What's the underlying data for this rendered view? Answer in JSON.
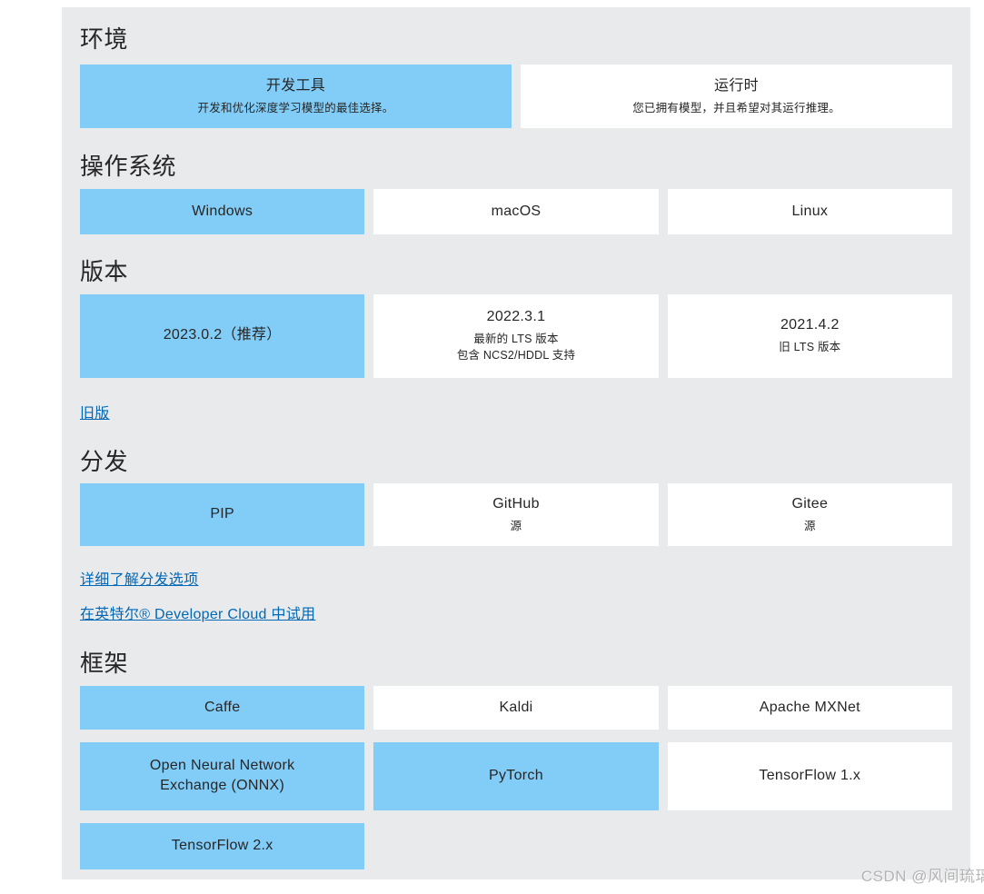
{
  "env": {
    "heading": "环境",
    "cards": [
      {
        "title": "开发工具",
        "subtitle": "开发和优化深度学习模型的最佳选择。",
        "selected": true
      },
      {
        "title": "运行时",
        "subtitle": "您已拥有模型，并且希望对其运行推理。",
        "selected": false
      }
    ]
  },
  "os": {
    "heading": "操作系统",
    "cards": [
      {
        "title": "Windows",
        "selected": true
      },
      {
        "title": "macOS",
        "selected": false
      },
      {
        "title": "Linux",
        "selected": false
      }
    ]
  },
  "version": {
    "heading": "版本",
    "cards": [
      {
        "title": "2023.0.2（推荐）",
        "selected": true
      },
      {
        "title": "2022.3.1",
        "sub1": "最新的 LTS 版本",
        "sub2": "包含 NCS2/HDDL 支持",
        "selected": false
      },
      {
        "title": "2021.4.2",
        "sub1": "旧 LTS 版本",
        "selected": false
      }
    ],
    "legacy_link": "旧版"
  },
  "dist": {
    "heading": "分发",
    "cards": [
      {
        "title": "PIP",
        "selected": true
      },
      {
        "title": "GitHub",
        "sub1": "源",
        "selected": false
      },
      {
        "title": "Gitee",
        "sub1": "源",
        "selected": false
      }
    ],
    "links": [
      {
        "label": "详细了解分发选项"
      },
      {
        "label": "在英特尔® Developer Cloud 中试用"
      }
    ]
  },
  "framework": {
    "heading": "框架",
    "cards": [
      {
        "title": "Caffe",
        "selected": true
      },
      {
        "title": "Kaldi",
        "selected": false
      },
      {
        "title": "Apache MXNet",
        "selected": false
      },
      {
        "title": "Open Neural Network Exchange (ONNX)",
        "selected": true
      },
      {
        "title": "PyTorch",
        "selected": true
      },
      {
        "title": "TensorFlow 1.x",
        "selected": false
      },
      {
        "title": "TensorFlow 2.x",
        "selected": true
      }
    ]
  },
  "watermark": {
    "text": "CSDN @风间琉璃"
  },
  "colors": {
    "selected": "#82cdf8",
    "panel": "#e9eaec",
    "link": "#0068b5",
    "text": "#262626"
  }
}
